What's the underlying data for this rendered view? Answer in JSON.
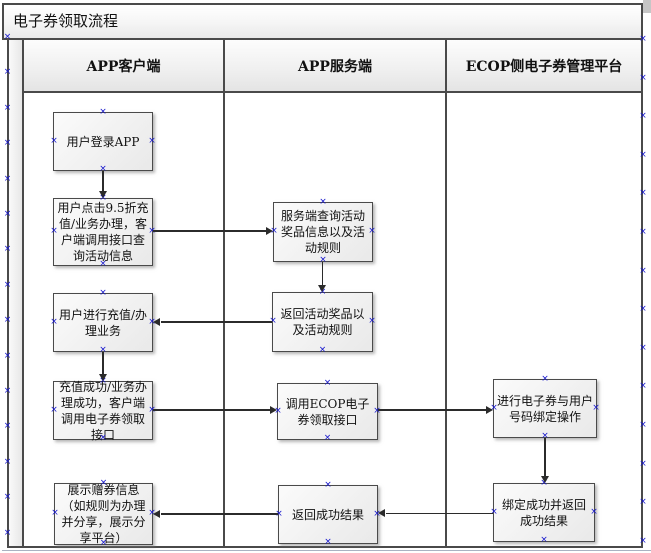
{
  "title": "电子券领取流程",
  "lanes": [
    {
      "label": "APP客户端"
    },
    {
      "label": "APP服务端"
    },
    {
      "label": "ECOP侧电子券管理平台"
    }
  ],
  "nodes": [
    {
      "id": "user-login",
      "lane": "APP客户端",
      "text": "用户登录APP"
    },
    {
      "id": "user-click-query-activity",
      "lane": "APP客户端",
      "text": "用户点击9.5折充值/业务办理，客户端调用接口查询活动信息"
    },
    {
      "id": "user-recharge",
      "lane": "APP客户端",
      "text": "用户进行充值/办理业务"
    },
    {
      "id": "recharge-success-call-coupon-api",
      "lane": "APP客户端",
      "text": "充值成功/业务办理成功，客户端调用电子券领取接口"
    },
    {
      "id": "show-coupon-info",
      "lane": "APP客户端",
      "text": "展示赠券信息（如规则为办理并分享，展示分享平台）"
    },
    {
      "id": "server-query-activity",
      "lane": "APP服务端",
      "text": "服务端查询活动奖品信息以及活动规则"
    },
    {
      "id": "return-activity-prizes",
      "lane": "APP服务端",
      "text": "返回活动奖品以及活动规则"
    },
    {
      "id": "call-ecop-coupon-api",
      "lane": "APP服务端",
      "text": "调用ECOP电子券领取接口"
    },
    {
      "id": "return-success-result",
      "lane": "APP服务端",
      "text": "返回成功结果"
    },
    {
      "id": "bind-coupon-to-user",
      "lane": "ECOP侧电子券管理平台",
      "text": "进行电子券与用户号码绑定操作"
    },
    {
      "id": "bind-success-return",
      "lane": "ECOP侧电子券管理平台",
      "text": "绑定成功并返回成功结果"
    }
  ],
  "edges": [
    {
      "from": "user-login",
      "to": "user-click-query-activity"
    },
    {
      "from": "user-click-query-activity",
      "to": "server-query-activity"
    },
    {
      "from": "server-query-activity",
      "to": "return-activity-prizes"
    },
    {
      "from": "return-activity-prizes",
      "to": "user-recharge"
    },
    {
      "from": "user-recharge",
      "to": "recharge-success-call-coupon-api"
    },
    {
      "from": "recharge-success-call-coupon-api",
      "to": "call-ecop-coupon-api"
    },
    {
      "from": "call-ecop-coupon-api",
      "to": "bind-coupon-to-user"
    },
    {
      "from": "bind-coupon-to-user",
      "to": "bind-success-return"
    },
    {
      "from": "bind-success-return",
      "to": "return-success-result"
    },
    {
      "from": "return-success-result",
      "to": "show-coupon-info"
    }
  ],
  "colors": {
    "shape_border": "#4a4a4a",
    "arrow": "#2b2b2b",
    "connection_point": "#1414cc",
    "shape_fill": "#efefef",
    "page_edge_corner": "#c6c6c6"
  }
}
